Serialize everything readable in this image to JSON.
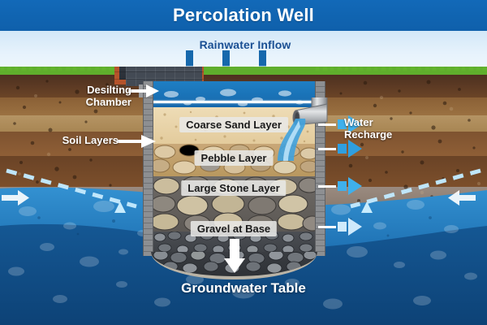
{
  "title": "Percolation Well",
  "sky": {
    "rain_label": "Rainwater Inflow",
    "arrow_count": 3,
    "arrow_color": "#1668ac"
  },
  "callouts": {
    "desilting": "Desilting\nChamber",
    "desilting_line1": "Desilting",
    "desilting_line2": "Chamber",
    "soil": "Soil Layers",
    "recharge_line1": "Water",
    "recharge_line2": "Recharge"
  },
  "well": {
    "layers": [
      {
        "name": "water-pool",
        "label": "",
        "color": "#1f7fc4"
      },
      {
        "name": "coarse-sand",
        "label": "Coarse Sand Layer",
        "color": "#e8d3a8"
      },
      {
        "name": "pebble",
        "label": "Pebble Layer",
        "color": "#c1a06b"
      },
      {
        "name": "large-stone",
        "label": "Large Stone Layer",
        "color": "#67635f"
      },
      {
        "name": "gravel-base",
        "label": "Gravel at Base",
        "color": "#43464b"
      }
    ]
  },
  "groundwater": {
    "label": "Groundwater Table",
    "water_color": "#1c6aa8",
    "deep_color": "#0f4d87"
  },
  "recharge_arrows": {
    "count": 4,
    "color": "#34a9e8"
  },
  "colors": {
    "banner": "#1063b0",
    "sky": "#dfeefb",
    "grass": "#5fae2c",
    "topsoil": "#5b3a23",
    "wall": "#85878a",
    "brick": "#b5532b"
  }
}
